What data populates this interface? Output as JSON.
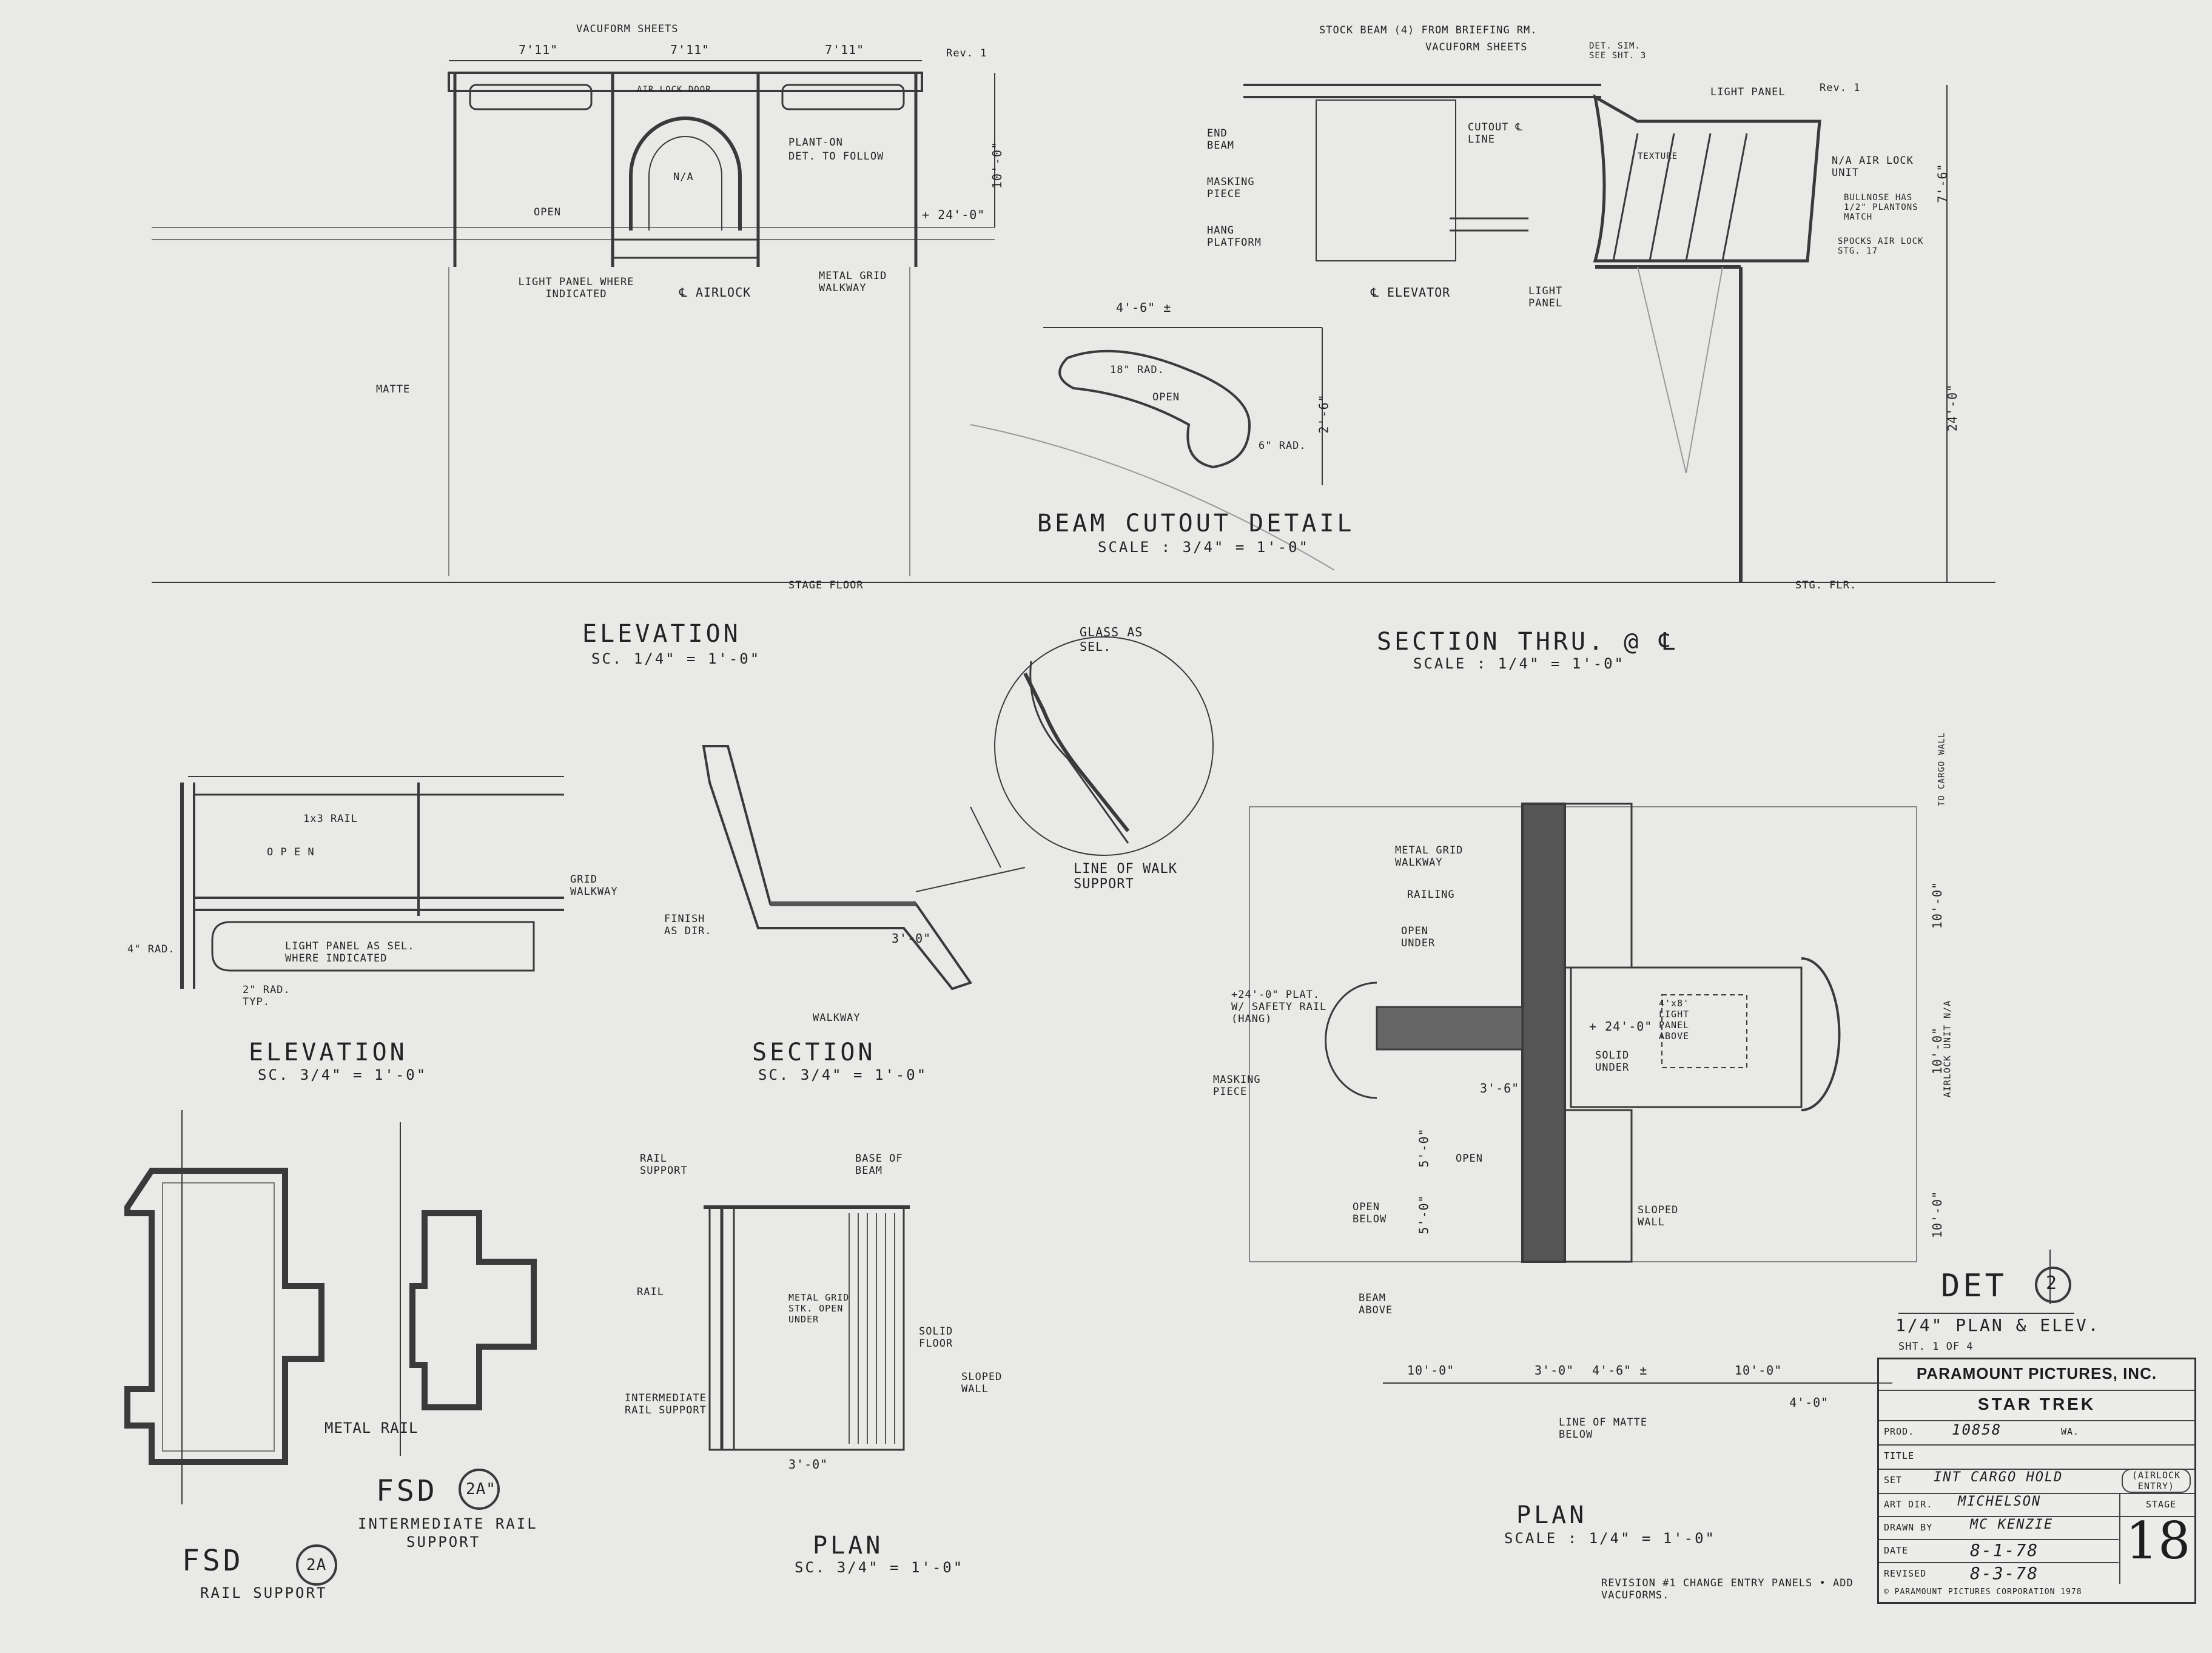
{
  "views": {
    "elev_top": {
      "title": "ELEVATION",
      "scale": "SC. 1/4\" = 1'-0\""
    },
    "section_thru": {
      "title": "SECTION THRU. @ ℄",
      "scale": "SCALE : 1/4\" = 1'-0\""
    },
    "beam_cutout": {
      "title": "BEAM CUTOUT DETAIL",
      "scale": "SCALE : 3/4\" = 1'-0\""
    },
    "elev_small": {
      "title": "ELEVATION",
      "scale": "SC. 3/4\" = 1'-0\""
    },
    "section_small": {
      "title": "SECTION",
      "scale": "SC. 3/4\" = 1'-0\""
    },
    "plan_small": {
      "title": "PLAN",
      "scale": "SC. 3/4\" = 1'-0\""
    },
    "plan_big": {
      "title": "PLAN",
      "scale": "SCALE : 1/4\" = 1'-0\""
    },
    "fsd_rail": {
      "title": "FSD",
      "num": "2a",
      "caption": "RAIL SUPPORT"
    },
    "fsd_inter": {
      "title": "FSD",
      "num": "2a\"",
      "caption1": "INTERMEDIATE RAIL",
      "caption2": "SUPPORT"
    }
  },
  "labels": {
    "vacuform_sheets": "VACUFORM SHEETS",
    "rev1": "Rev. 1",
    "air_lock_door": "AIR LOCK DOOR",
    "na": "N/A",
    "plant_on": "PLANT-ON",
    "det_to_follow": "DET. TO FOLLOW",
    "open": "OPEN",
    "plus24": "+ 24'-0\"",
    "light_panel_where": "LIGHT PANEL WHERE INDICATED",
    "cl_airlock": "℄ AIRLOCK",
    "metal_grid_walkway": "METAL GRID WALKWAY",
    "matte": "MATTE",
    "stage_floor": "STAGE FLOOR",
    "dim_7_11": "7'11\"",
    "dim_10": "10'-0\"",
    "stock_beam": "STOCK BEAM (4) FROM BRIEFING RM.",
    "det_sim": "DET. SIM. SEE SHT. 3",
    "light_panel": "LIGHT PANEL",
    "end_beam": "END BEAM",
    "cutout_line": "CUTOUT ℄ LINE",
    "masking_piece": "MASKING PIECE",
    "hang_platform": "HANG PLATFORM",
    "cl_elevator": "℄ ELEVATOR",
    "texture": "TEXTURE",
    "na_air_lock_unit": "N/A AIR LOCK UNIT",
    "bullnose": "BULLNOSE HAS 1/2\" PLANTONS MATCH",
    "spocks_air_lock": "SPOCKS AIR LOCK STG. 17",
    "stg_flr": "STG. FLR.",
    "dim_24": "24'-0\"",
    "dim_7_6": "7'-6\"",
    "dim_4_6": "4'-6\" ±",
    "rad_18": "18\" RAD.",
    "rad_6": "6\" RAD.",
    "dim_2_6": "2'-6\"",
    "glass_as_sel": "GLASS AS SEL.",
    "line_walk_support": "LINE OF WALK SUPPORT",
    "one_by_three_rail": "1x3 RAIL",
    "o_p_e_n": "O P E N",
    "grid_walkway": "GRID WALKWAY",
    "rad_4": "4\" RAD.",
    "light_panel_as_sel": "LIGHT PANEL AS SEL. WHERE INDICATED",
    "rad_2_typ": "2\" RAD. TYP.",
    "finish_as_dir": "FINISH AS DIR.",
    "walkway": "WALKWAY",
    "dim_3_0": "3'-0\"",
    "rail_support": "RAIL SUPPORT",
    "base_of_beam": "BASE OF BEAM",
    "rail": "RAIL",
    "metal_grid_stk": "METAL GRID STK. OPEN UNDER",
    "solid_floor": "SOLID FLOOR",
    "sloped_wall": "SLOPED WALL",
    "intermediate_rail_support": "INTERMEDIATE RAIL SUPPORT",
    "metal_rail": "METAL RAIL",
    "metal_grid_walkway_plan": "METAL GRID WALKWAY",
    "railing": "RAILING",
    "open_under": "OPEN UNDER",
    "plat_24": "+24'-0\" PLAT. W/ SAFETY RAIL (HANG)",
    "light_panel_above": "4'x8' LIGHT PANEL ABOVE",
    "solid_under": "SOLID UNDER",
    "open_below": "OPEN BELOW",
    "beam_above": "BEAM ABOVE",
    "to_cargo_wall": "TO CARGO WALL",
    "airlock_unit_na": "AIRLOCK UNIT N/A",
    "line_of_matte": "LINE OF MATTE BELOW",
    "dim_3_6": "3'-6\"",
    "dim_5_0": "5'-0\"",
    "dim_4_0": "4'-0\"",
    "revision_note": "REVISION #1 CHANGE ENTRY PANELS • ADD VACUFORMS."
  },
  "det": {
    "label": "DET",
    "num": "2",
    "subtitle": "1/4\" PLAN & ELEV.",
    "sheet": "SHT. 1 OF 4"
  },
  "title_block": {
    "company": "PARAMOUNT PICTURES, INC.",
    "production": "STAR TREK",
    "prod_label": "PROD.",
    "prod_no": "10858",
    "wa_label": "WA.",
    "title_label": "TITLE",
    "set_label": "SET",
    "set_value": "INT CARGO HOLD",
    "set_note": "(AIRLOCK ENTRY)",
    "artdir_label": "ART DIR.",
    "artdir_value": "MICHELSON",
    "drawn_label": "DRAWN BY",
    "drawn_value": "MC KENZIE",
    "date_label": "DATE",
    "date_value": "8-1-78",
    "revised_label": "REVISED",
    "revised_value": "8-3-78",
    "stage_label": "STAGE",
    "stage_value": "18",
    "copyright": "© PARAMOUNT PICTURES CORPORATION 1978"
  }
}
